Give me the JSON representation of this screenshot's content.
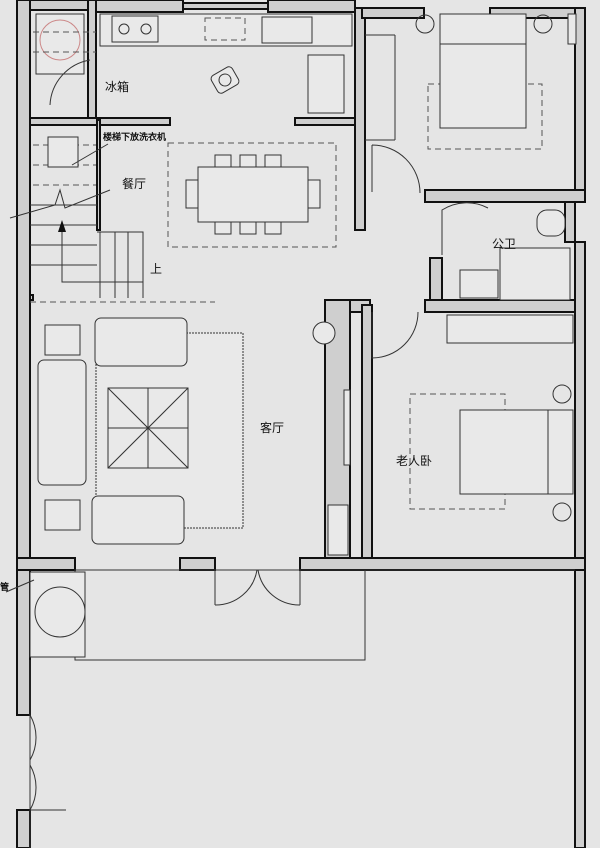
{
  "labels": {
    "fridge": "冰箱",
    "washer_note": "楼梯下放洗衣机",
    "dining": "餐厅",
    "stair_up": "上",
    "bathroom": "公卫",
    "living": "客厅",
    "elder_bedroom": "老人卧",
    "pipe": "管"
  },
  "colors": {
    "background": "#e5e5e5",
    "wall_fill": "#cfcfcf",
    "line": "#111111"
  }
}
